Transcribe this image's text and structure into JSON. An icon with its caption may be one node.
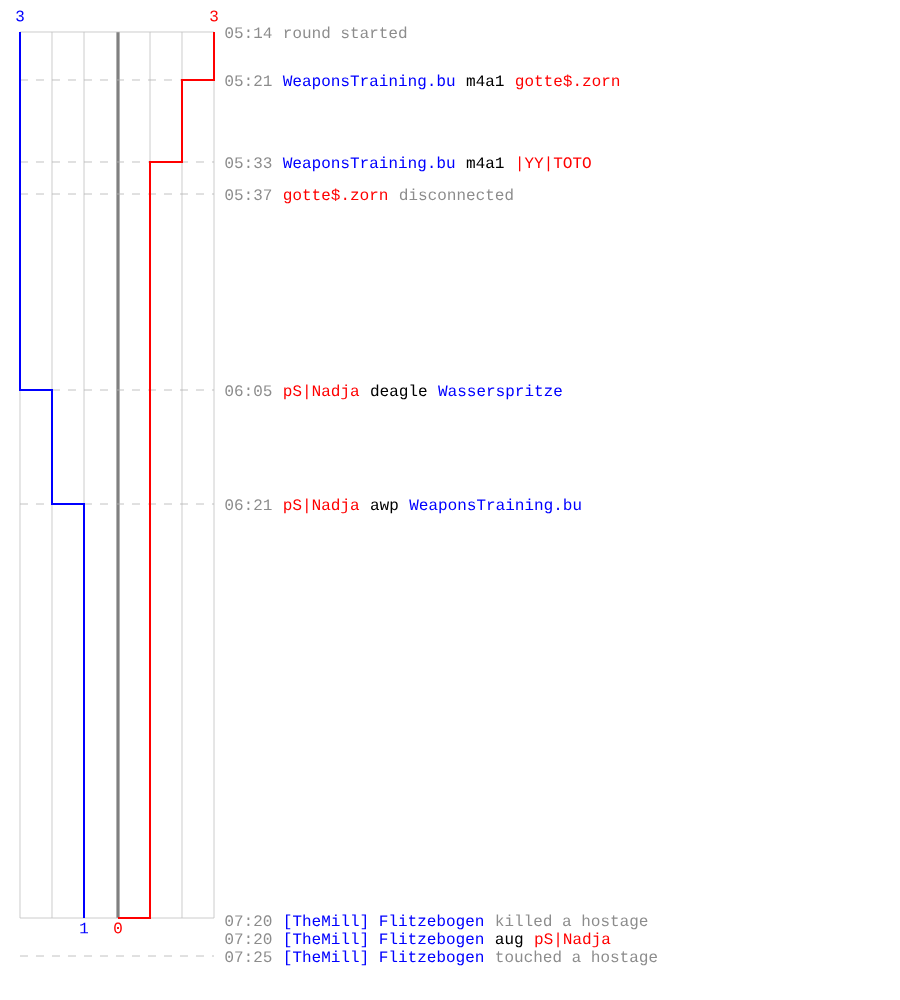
{
  "diagram": {
    "labels": [
      "3",
      "3",
      "1",
      "0",
      "05:14",
      "round started",
      "05:21",
      "WeaponsTraining.bu",
      "m4a1",
      "gotte$.zorn",
      "05:33",
      "WeaponsTraining.bu",
      "m4a1",
      "|YY|TOTO",
      "05:37",
      "gotte$.zorn",
      "disconnected",
      "06:05",
      "pS|Nadja",
      "deagle",
      "Wasserspritze",
      "06:21",
      "pS|Nadja",
      "awp",
      "WeaponsTraining.bu",
      "07:20",
      "[TheMill] Flitzebogen",
      "killed a hostage",
      "07:20",
      "[TheMill] Flitzebogen",
      "aug",
      "pS|Nadja",
      "07:25",
      "[TheMill] Flitzebogen",
      "touched a hostage"
    ]
  }
}
